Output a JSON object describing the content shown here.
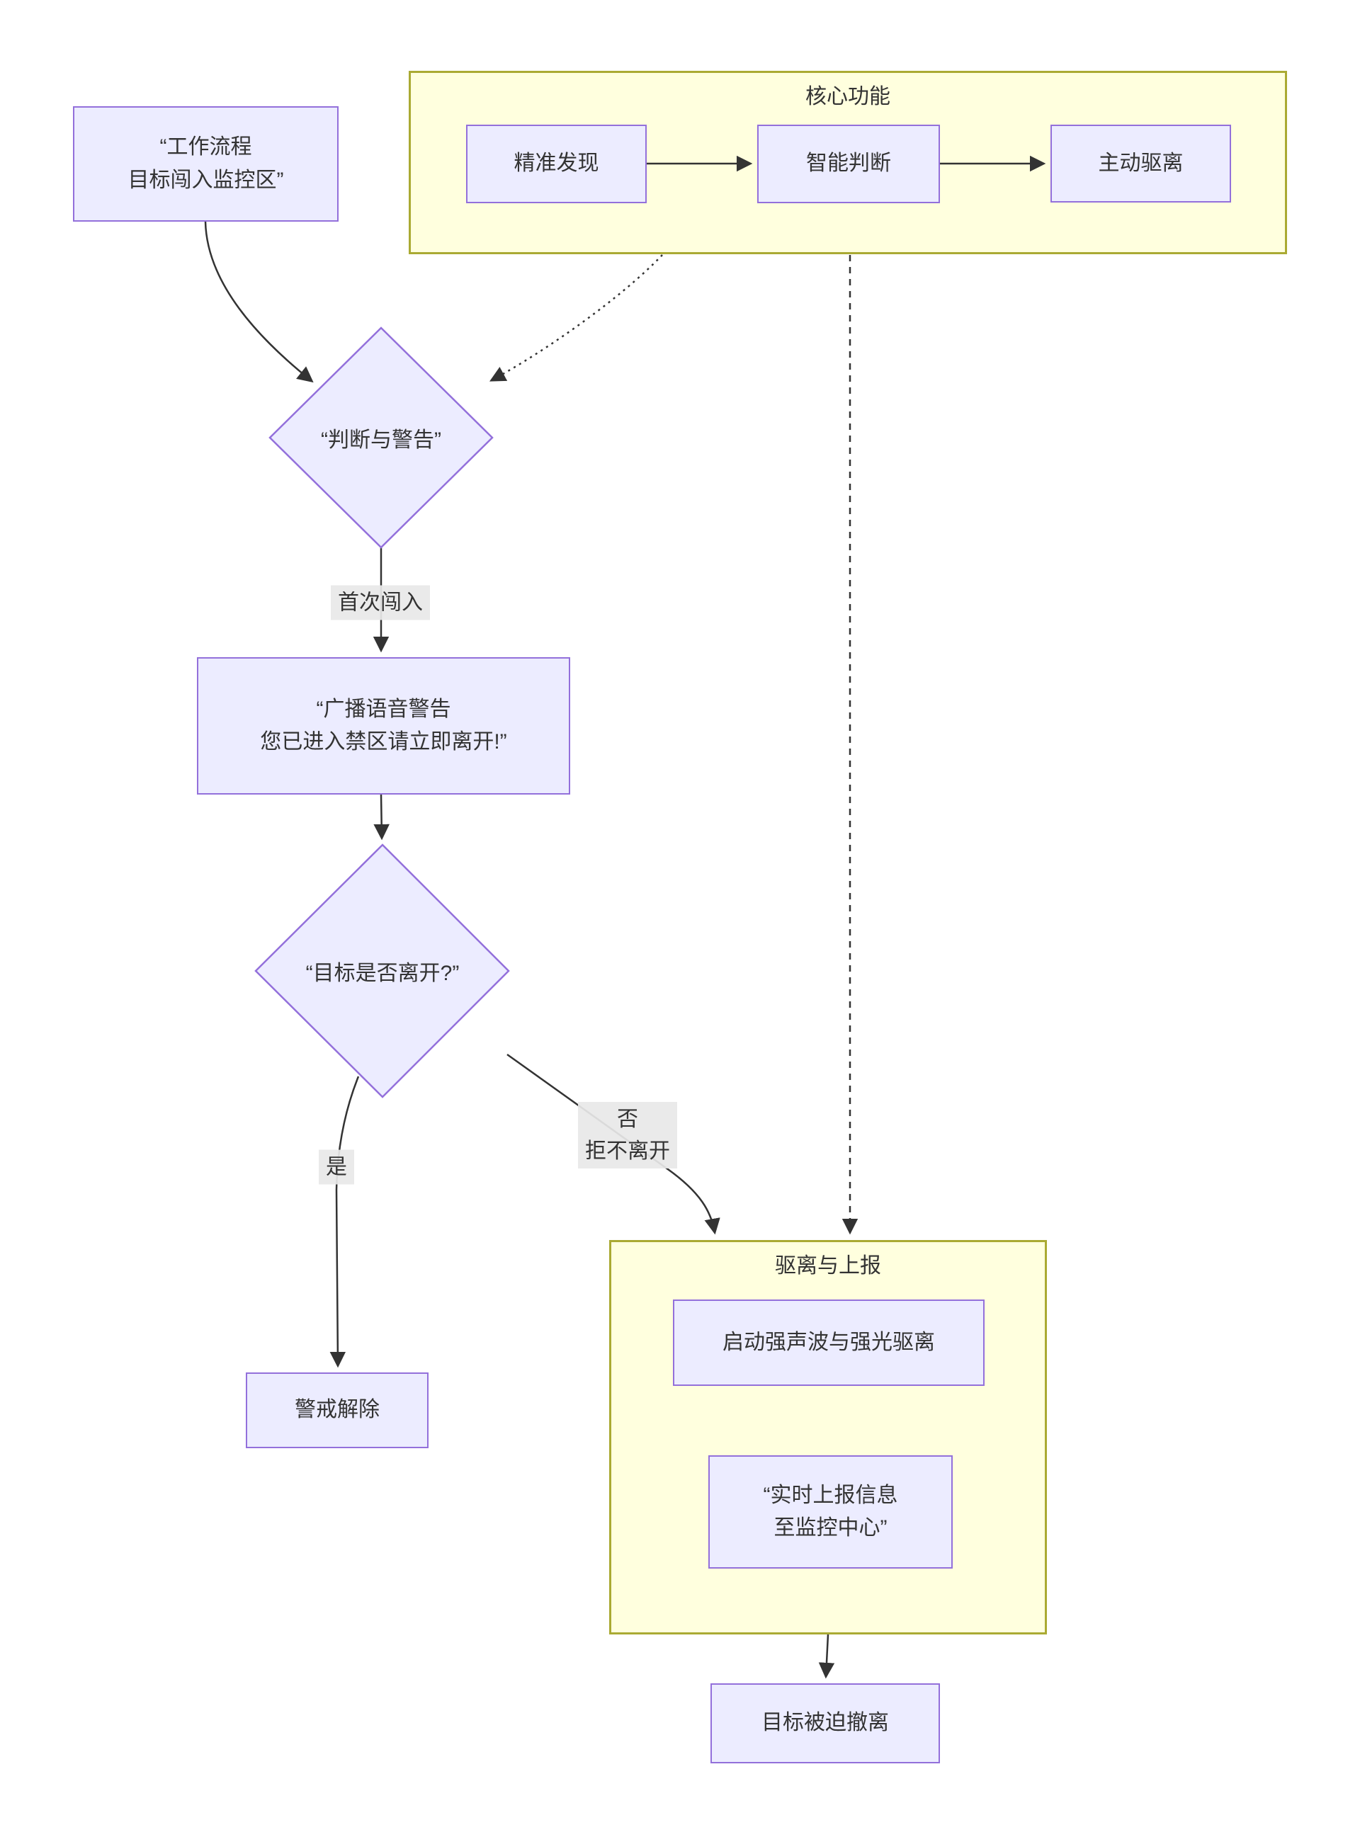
{
  "diagram": {
    "colors": {
      "node_fill": "#ECECFF",
      "node_border": "#9370DB",
      "cluster_fill": "#FFFFDE",
      "cluster_border": "#AAAA33",
      "edge": "#333333",
      "edge_label_bg": "#E8E8E8",
      "text": "#333333",
      "background": "#FFFFFF"
    },
    "clusters": {
      "core": {
        "title": "核心功能"
      },
      "expel_report": {
        "title": "驱离与上报"
      }
    },
    "nodes": {
      "workflow": {
        "line1": "“工作流程",
        "line2": "目标闯入监控区”"
      },
      "precise_detect": {
        "label": "精准发现"
      },
      "smart_judge": {
        "label": "智能判断"
      },
      "active_expel": {
        "label": "主动驱离"
      },
      "judge_warn": {
        "label": "“判断与警告”"
      },
      "broadcast": {
        "line1": "“广播语音警告",
        "line2": "您已进入禁区请立即离开!”"
      },
      "leave_question": {
        "label": "“目标是否离开?”"
      },
      "alert_clear": {
        "label": "警戒解除"
      },
      "sound_light_expel": {
        "label": "启动强声波与强光驱离"
      },
      "report": {
        "line1": "“实时上报信息",
        "line2": "至监控中心”"
      },
      "forced_leave": {
        "label": "目标被迫撤离"
      }
    },
    "edge_labels": {
      "first_intrusion": "首次闯入",
      "yes": "是",
      "no_line1": "否",
      "no_line2": "拒不离开"
    }
  }
}
